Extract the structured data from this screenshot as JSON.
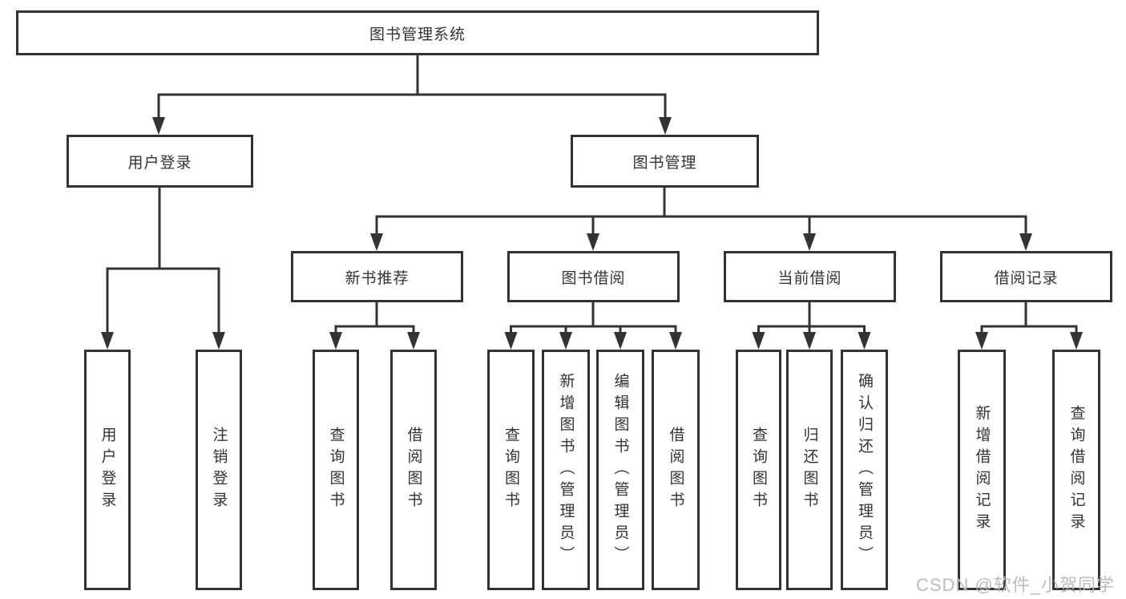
{
  "colors": {
    "line": "#333333",
    "text": "#333333",
    "background": "#ffffff",
    "watermark": "#b5b9be"
  },
  "tree": {
    "root": "图书管理系统",
    "user_login_branch": {
      "label": "用户登录",
      "leaves": [
        "用户登录",
        "注销登录"
      ]
    },
    "book_mgmt_branch": {
      "label": "图书管理",
      "sections": [
        {
          "label": "新书推荐",
          "leaves": [
            "查询图书",
            "借阅图书"
          ]
        },
        {
          "label": "图书借阅",
          "leaves": [
            "查询图书",
            "新增图书（管理员）",
            "编辑图书（管理员）",
            "借阅图书"
          ]
        },
        {
          "label": "当前借阅",
          "leaves": [
            "查询图书",
            "归还图书",
            "确认归还（管理员）"
          ]
        },
        {
          "label": "借阅记录",
          "leaves": [
            "新增借阅记录",
            "查询借阅记录"
          ]
        }
      ]
    }
  },
  "watermark": "CSDN @软件_小贺同学"
}
